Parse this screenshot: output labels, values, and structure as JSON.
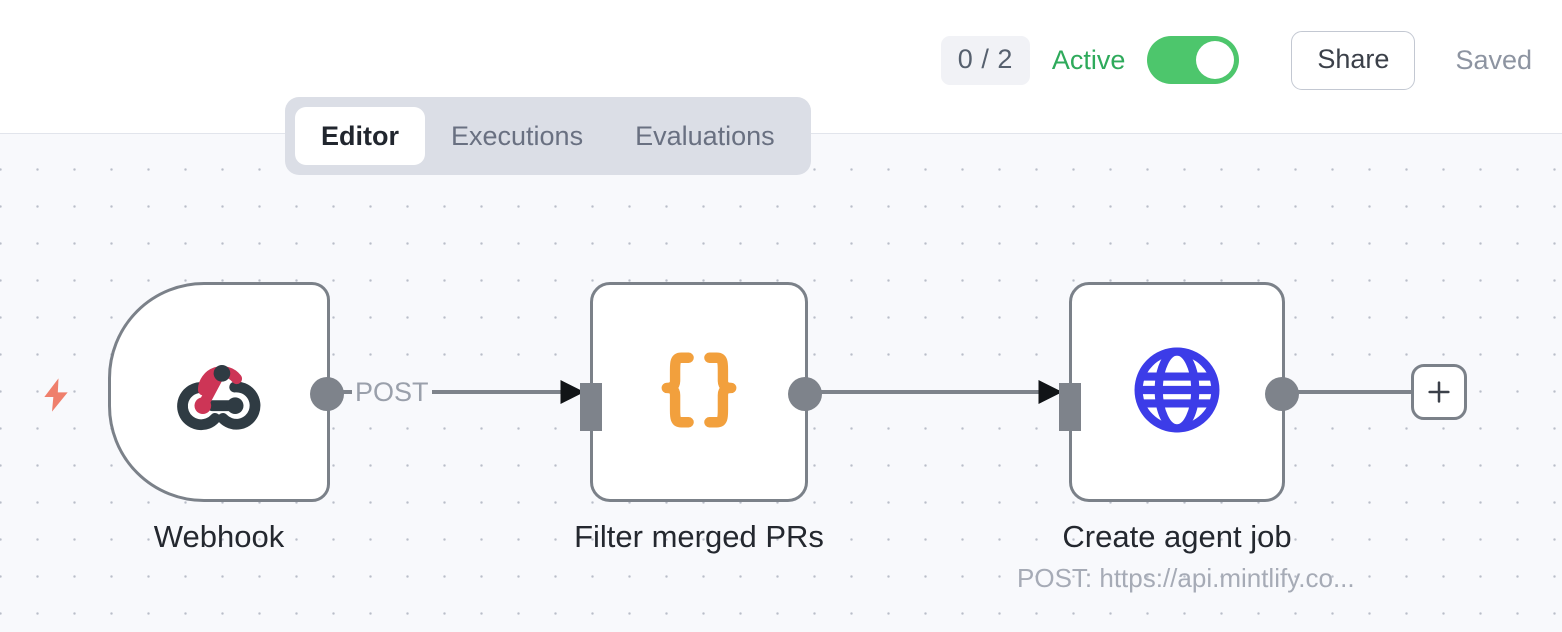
{
  "header": {
    "count_badge": "0 / 2",
    "active_label": "Active",
    "toggle_state": "on",
    "share_label": "Share",
    "saved_label": "Saved",
    "active_color": "#2eaa5b",
    "toggle_on_color": "#4dc66c"
  },
  "tabs": [
    {
      "label": "Editor",
      "active": true
    },
    {
      "label": "Executions",
      "active": false
    },
    {
      "label": "Evaluations",
      "active": false
    }
  ],
  "canvas": {
    "background_color": "#f8f9fc",
    "dot_color": "#b9bec9",
    "node_border_color": "#7b8189",
    "port_color": "#7e838b",
    "trigger_bolt_color": "#ef7f6c"
  },
  "nodes": [
    {
      "id": "webhook",
      "label": "Webhook",
      "sublabel": "",
      "icon": "webhook-icon",
      "icon_colors": [
        "#cd3556",
        "#2f3b43"
      ],
      "shape": "trigger",
      "has_trigger_bolt": true
    },
    {
      "id": "filter-merged-prs",
      "label": "Filter merged PRs",
      "sublabel": "",
      "icon": "curly-braces-icon",
      "icon_colors": [
        "#f2a03d"
      ],
      "shape": "standard",
      "has_trigger_bolt": false
    },
    {
      "id": "create-agent-job",
      "label": "Create agent job",
      "sublabel": "POST: https://api.mintlify.co...",
      "icon": "globe-icon",
      "icon_colors": [
        "#3c3ce8"
      ],
      "shape": "standard",
      "has_trigger_bolt": false
    }
  ],
  "edges": [
    {
      "from": "webhook",
      "to": "filter-merged-prs",
      "label": "POST"
    },
    {
      "from": "filter-merged-prs",
      "to": "create-agent-job",
      "label": ""
    }
  ],
  "add_node_button": {
    "icon": "plus-icon",
    "label": "+"
  }
}
